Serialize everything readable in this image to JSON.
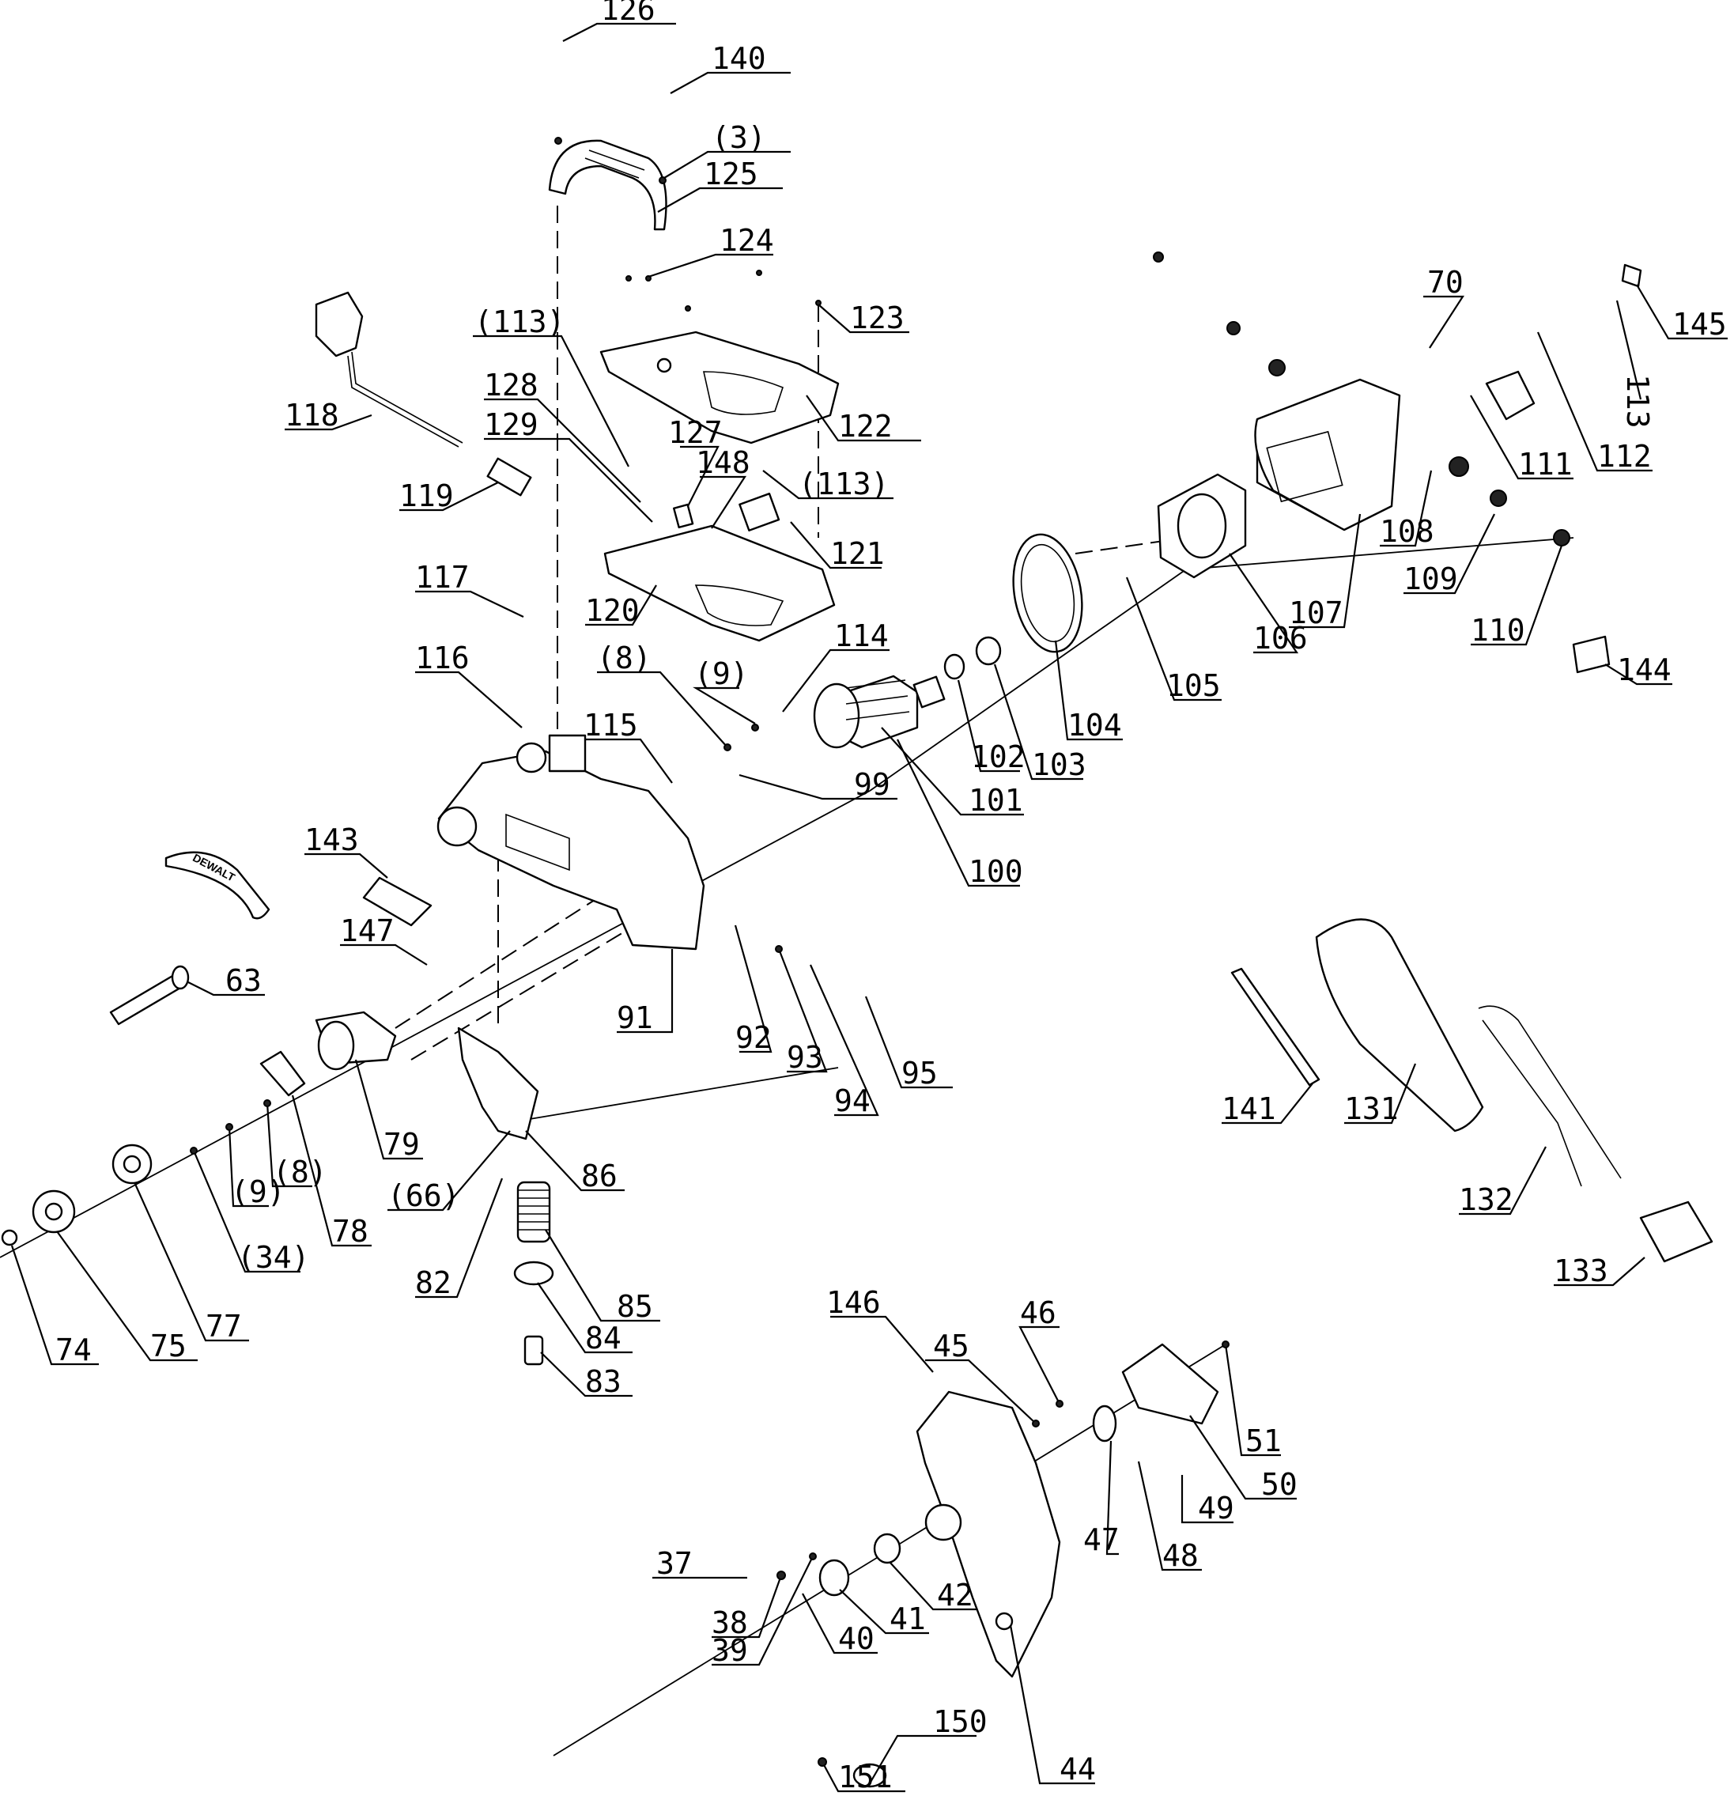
{
  "diagram": {
    "brand_mark": "DEWALT",
    "part_labels": [
      "126",
      "140",
      "(3)",
      "125",
      "124",
      "123",
      "(113)",
      "128",
      "129",
      "127",
      "148",
      "(113)",
      "118",
      "119",
      "122",
      "121",
      "120",
      "117",
      "116",
      "70",
      "145",
      "113",
      "112",
      "111",
      "108",
      "107",
      "106",
      "109",
      "110",
      "105",
      "104",
      "103",
      "102",
      "101",
      "100",
      "114",
      "(9)",
      "(8)",
      "115",
      "99",
      "144",
      "143",
      "147",
      "63",
      "91",
      "92",
      "93",
      "94",
      "95",
      "79",
      "86",
      "78",
      "(66)",
      "(8)",
      "(9)",
      "(34)",
      "77",
      "75",
      "74",
      "82",
      "85",
      "84",
      "83",
      "141",
      "131",
      "132",
      "133",
      "146",
      "45",
      "46",
      "51",
      "50",
      "49",
      "48",
      "47",
      "37",
      "38",
      "39",
      "40",
      "41",
      "42",
      "44",
      "150",
      "151"
    ]
  }
}
